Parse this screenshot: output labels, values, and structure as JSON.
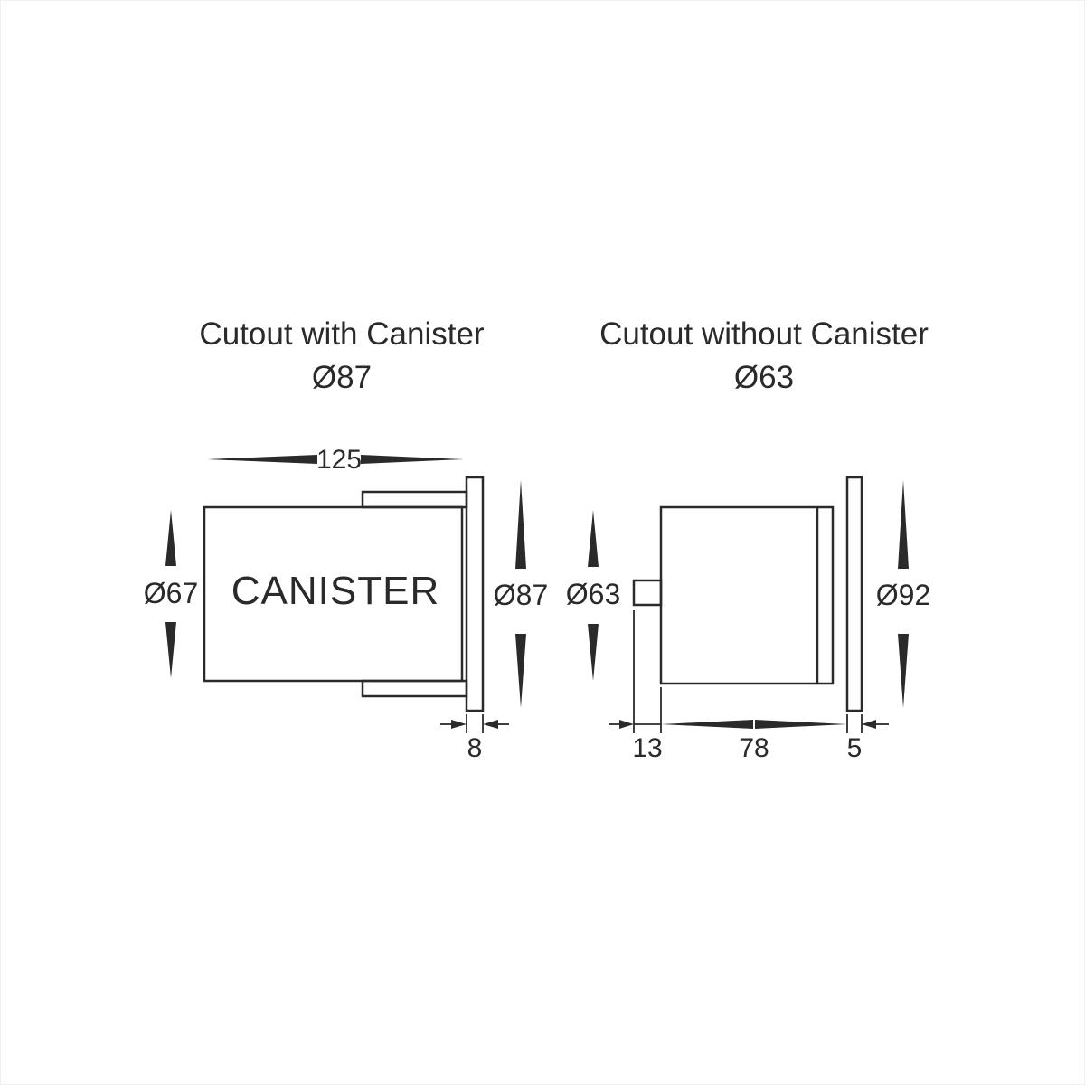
{
  "drawing": {
    "type": "technical-dimension-diagram",
    "units_note": ""
  },
  "left_view": {
    "title": "Cutout with Canister",
    "subtitle": "Ø87",
    "body_label": "CANISTER",
    "dim_width": "125",
    "dim_body_diameter": "Ø67",
    "dim_flange_diameter": "Ø87",
    "dim_flange_thickness": "8"
  },
  "right_view": {
    "title": "Cutout without Canister",
    "subtitle": "Ø63",
    "dim_body_diameter": "Ø63",
    "dim_flange_diameter": "Ø92",
    "dim_tab": "13",
    "dim_body_depth": "78",
    "dim_flange_thickness": "5"
  },
  "colors": {
    "line": "#2a2a2a",
    "background": "#ffffff"
  }
}
